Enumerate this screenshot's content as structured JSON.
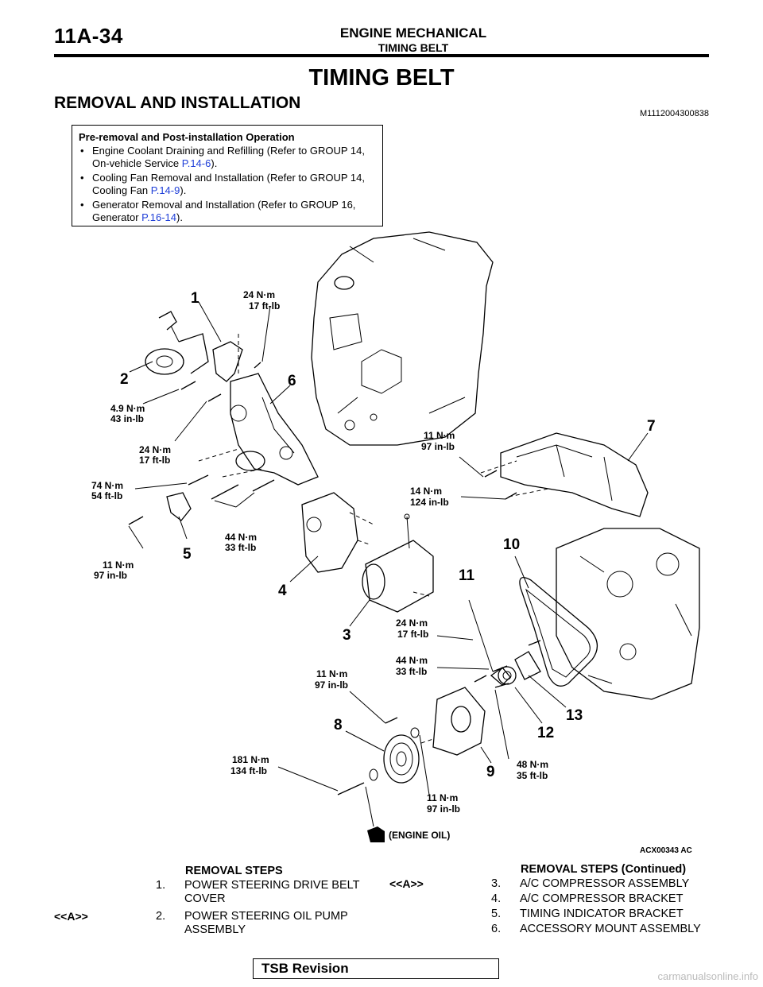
{
  "header": {
    "page_code": "11A-34",
    "section": "ENGINE MECHANICAL",
    "subsection": "TIMING BELT"
  },
  "title": "TIMING BELT",
  "subtitle": "REMOVAL AND INSTALLATION",
  "doc_code": "M1112004300838",
  "pre_op": {
    "heading": "Pre-removal and Post-installation Operation",
    "items": [
      {
        "text": "Engine Coolant Draining and Refilling (Refer to GROUP 14, On-vehicle Service ",
        "link": "P.14-6",
        "tail": ")."
      },
      {
        "text": "Cooling Fan Removal and Installation (Refer to GROUP 14, Cooling Fan ",
        "link": "P.14-9",
        "tail": ")."
      },
      {
        "text": "Generator Removal and Installation (Refer to GROUP 16, Generator ",
        "link": "P.16-14",
        "tail": ")."
      }
    ]
  },
  "diagram": {
    "code": "ACX00343 AC",
    "oil_note": "(ENGINE OIL)",
    "part_numbers": [
      "1",
      "2",
      "3",
      "4",
      "5",
      "6",
      "7",
      "8",
      "9",
      "10",
      "11",
      "12",
      "13"
    ],
    "torques": [
      {
        "l1": "24 N·m",
        "l2": "17 ft-lb"
      },
      {
        "l1": "4.9 N·m",
        "l2": "43 in-lb"
      },
      {
        "l1": "24 N·m",
        "l2": "17 ft-lb"
      },
      {
        "l1": "74 N·m",
        "l2": "54 ft-lb"
      },
      {
        "l1": "11 N·m",
        "l2": "97 in-lb"
      },
      {
        "l1": "44 N·m",
        "l2": "33 ft-lb"
      },
      {
        "l1": "11 N·m",
        "l2": "97 in-lb"
      },
      {
        "l1": "14 N·m",
        "l2": "124 in-lb"
      },
      {
        "l1": "24 N·m",
        "l2": "17 ft-lb"
      },
      {
        "l1": "44 N·m",
        "l2": "33 ft-lb"
      },
      {
        "l1": "11 N·m",
        "l2": "97 in-lb"
      },
      {
        "l1": "181 N·m",
        "l2": "134 ft-lb"
      },
      {
        "l1": "48 N·m",
        "l2": "35 ft-lb"
      },
      {
        "l1": "11 N·m",
        "l2": "97 in-lb"
      }
    ]
  },
  "removal_steps": {
    "heading": "REMOVAL STEPS",
    "heading_cont": "REMOVAL STEPS (Continued)",
    "left": [
      {
        "mark": "",
        "num": "1.",
        "text": "POWER STEERING DRIVE BELT COVER"
      },
      {
        "mark": "<<A>>",
        "num": "2.",
        "text": "POWER STEERING OIL PUMP ASSEMBLY"
      }
    ],
    "right": [
      {
        "mark": "<<A>>",
        "num": "3.",
        "text": "A/C COMPRESSOR ASSEMBLY"
      },
      {
        "mark": "",
        "num": "4.",
        "text": "A/C COMPRESSOR BRACKET"
      },
      {
        "mark": "",
        "num": "5.",
        "text": "TIMING INDICATOR BRACKET"
      },
      {
        "mark": "",
        "num": "6.",
        "text": "ACCESSORY MOUNT ASSEMBLY"
      }
    ]
  },
  "footer": {
    "tsb": "TSB Revision",
    "watermark": "carmanualsonline.info"
  }
}
